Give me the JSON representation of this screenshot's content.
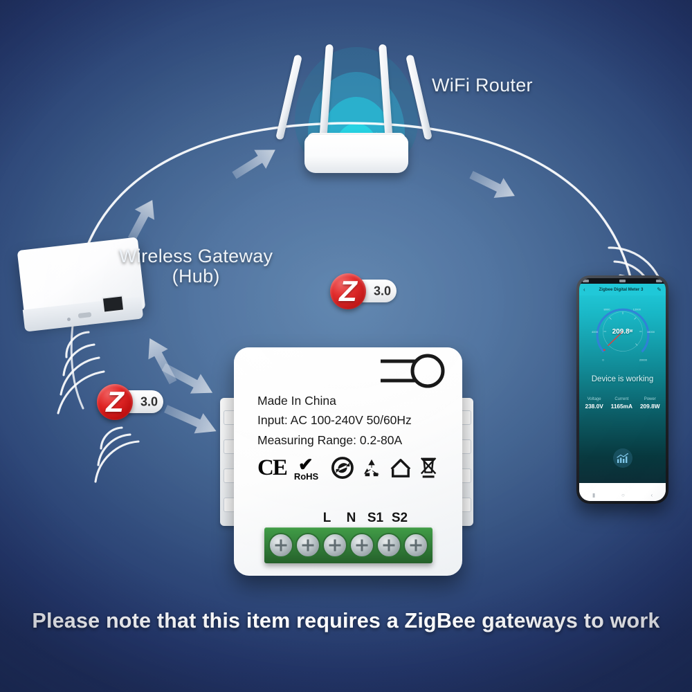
{
  "scene": {
    "background_color_outer": "#21315f",
    "background_color_inner": "#5b82ad",
    "caption": "Please note that this item requires a ZigBee gateways to work"
  },
  "labels": {
    "router": "WiFi Router",
    "gateway_line1": "Wireless Gateway",
    "gateway_line2": "(Hub)"
  },
  "zigbee_badges": [
    {
      "letter": "Z",
      "version": "3.0",
      "ball_color": "#e02222"
    },
    {
      "letter": "Z",
      "version": "3.0",
      "ball_color": "#e02222"
    }
  ],
  "device": {
    "made_in": "Made In China",
    "input": "Input: AC 100-240V 50/60Hz",
    "measuring_range": "Measuring Range: 0.2-80A",
    "certs": [
      "CE",
      "RoHS",
      "green-dot-icon",
      "recycle-icon",
      "house-icon",
      "weee-crossed-bin-icon"
    ],
    "rohs_label": "RoHS",
    "terminal_labels": [
      "L",
      "N",
      "S1",
      "S2"
    ],
    "terminal_count": 6,
    "terminal_block_color": "#2f7a36"
  },
  "phone": {
    "app_title": "Zigbee Digital Meter 3",
    "back_icon": "chevron-left-icon",
    "edit_icon": "pencil-icon",
    "status_text": "Device is working",
    "gauge": {
      "value": "209.8",
      "unit": "W",
      "min": 0,
      "max": 20000,
      "ticks": [
        "0",
        "4000",
        "8000",
        "12000",
        "16000",
        "20000"
      ],
      "arc_color": "#2f7fd8",
      "needle_color": "#e03b3b"
    },
    "metrics": [
      {
        "key": "Voltage",
        "value": "238.0V"
      },
      {
        "key": "Current",
        "value": "1165mA"
      },
      {
        "key": "Power",
        "value": "209.8W"
      }
    ],
    "chart_button_icon": "chart-bar-icon",
    "nav_icons": [
      "recent-apps-icon",
      "home-icon",
      "back-icon"
    ],
    "accent_color": "#1ec8d8"
  },
  "chart_data": {
    "type": "gauge",
    "title": "Zigbee Digital Meter 3",
    "value": 209.8,
    "unit": "W",
    "ylim": [
      0,
      20000
    ],
    "tick_labels": [
      "0",
      "4000",
      "8000",
      "12000",
      "16000",
      "20000"
    ],
    "series": [
      {
        "name": "Voltage",
        "value": 238.0,
        "unit": "V"
      },
      {
        "name": "Current",
        "value": 1165,
        "unit": "mA"
      },
      {
        "name": "Power",
        "value": 209.8,
        "unit": "W"
      }
    ]
  }
}
